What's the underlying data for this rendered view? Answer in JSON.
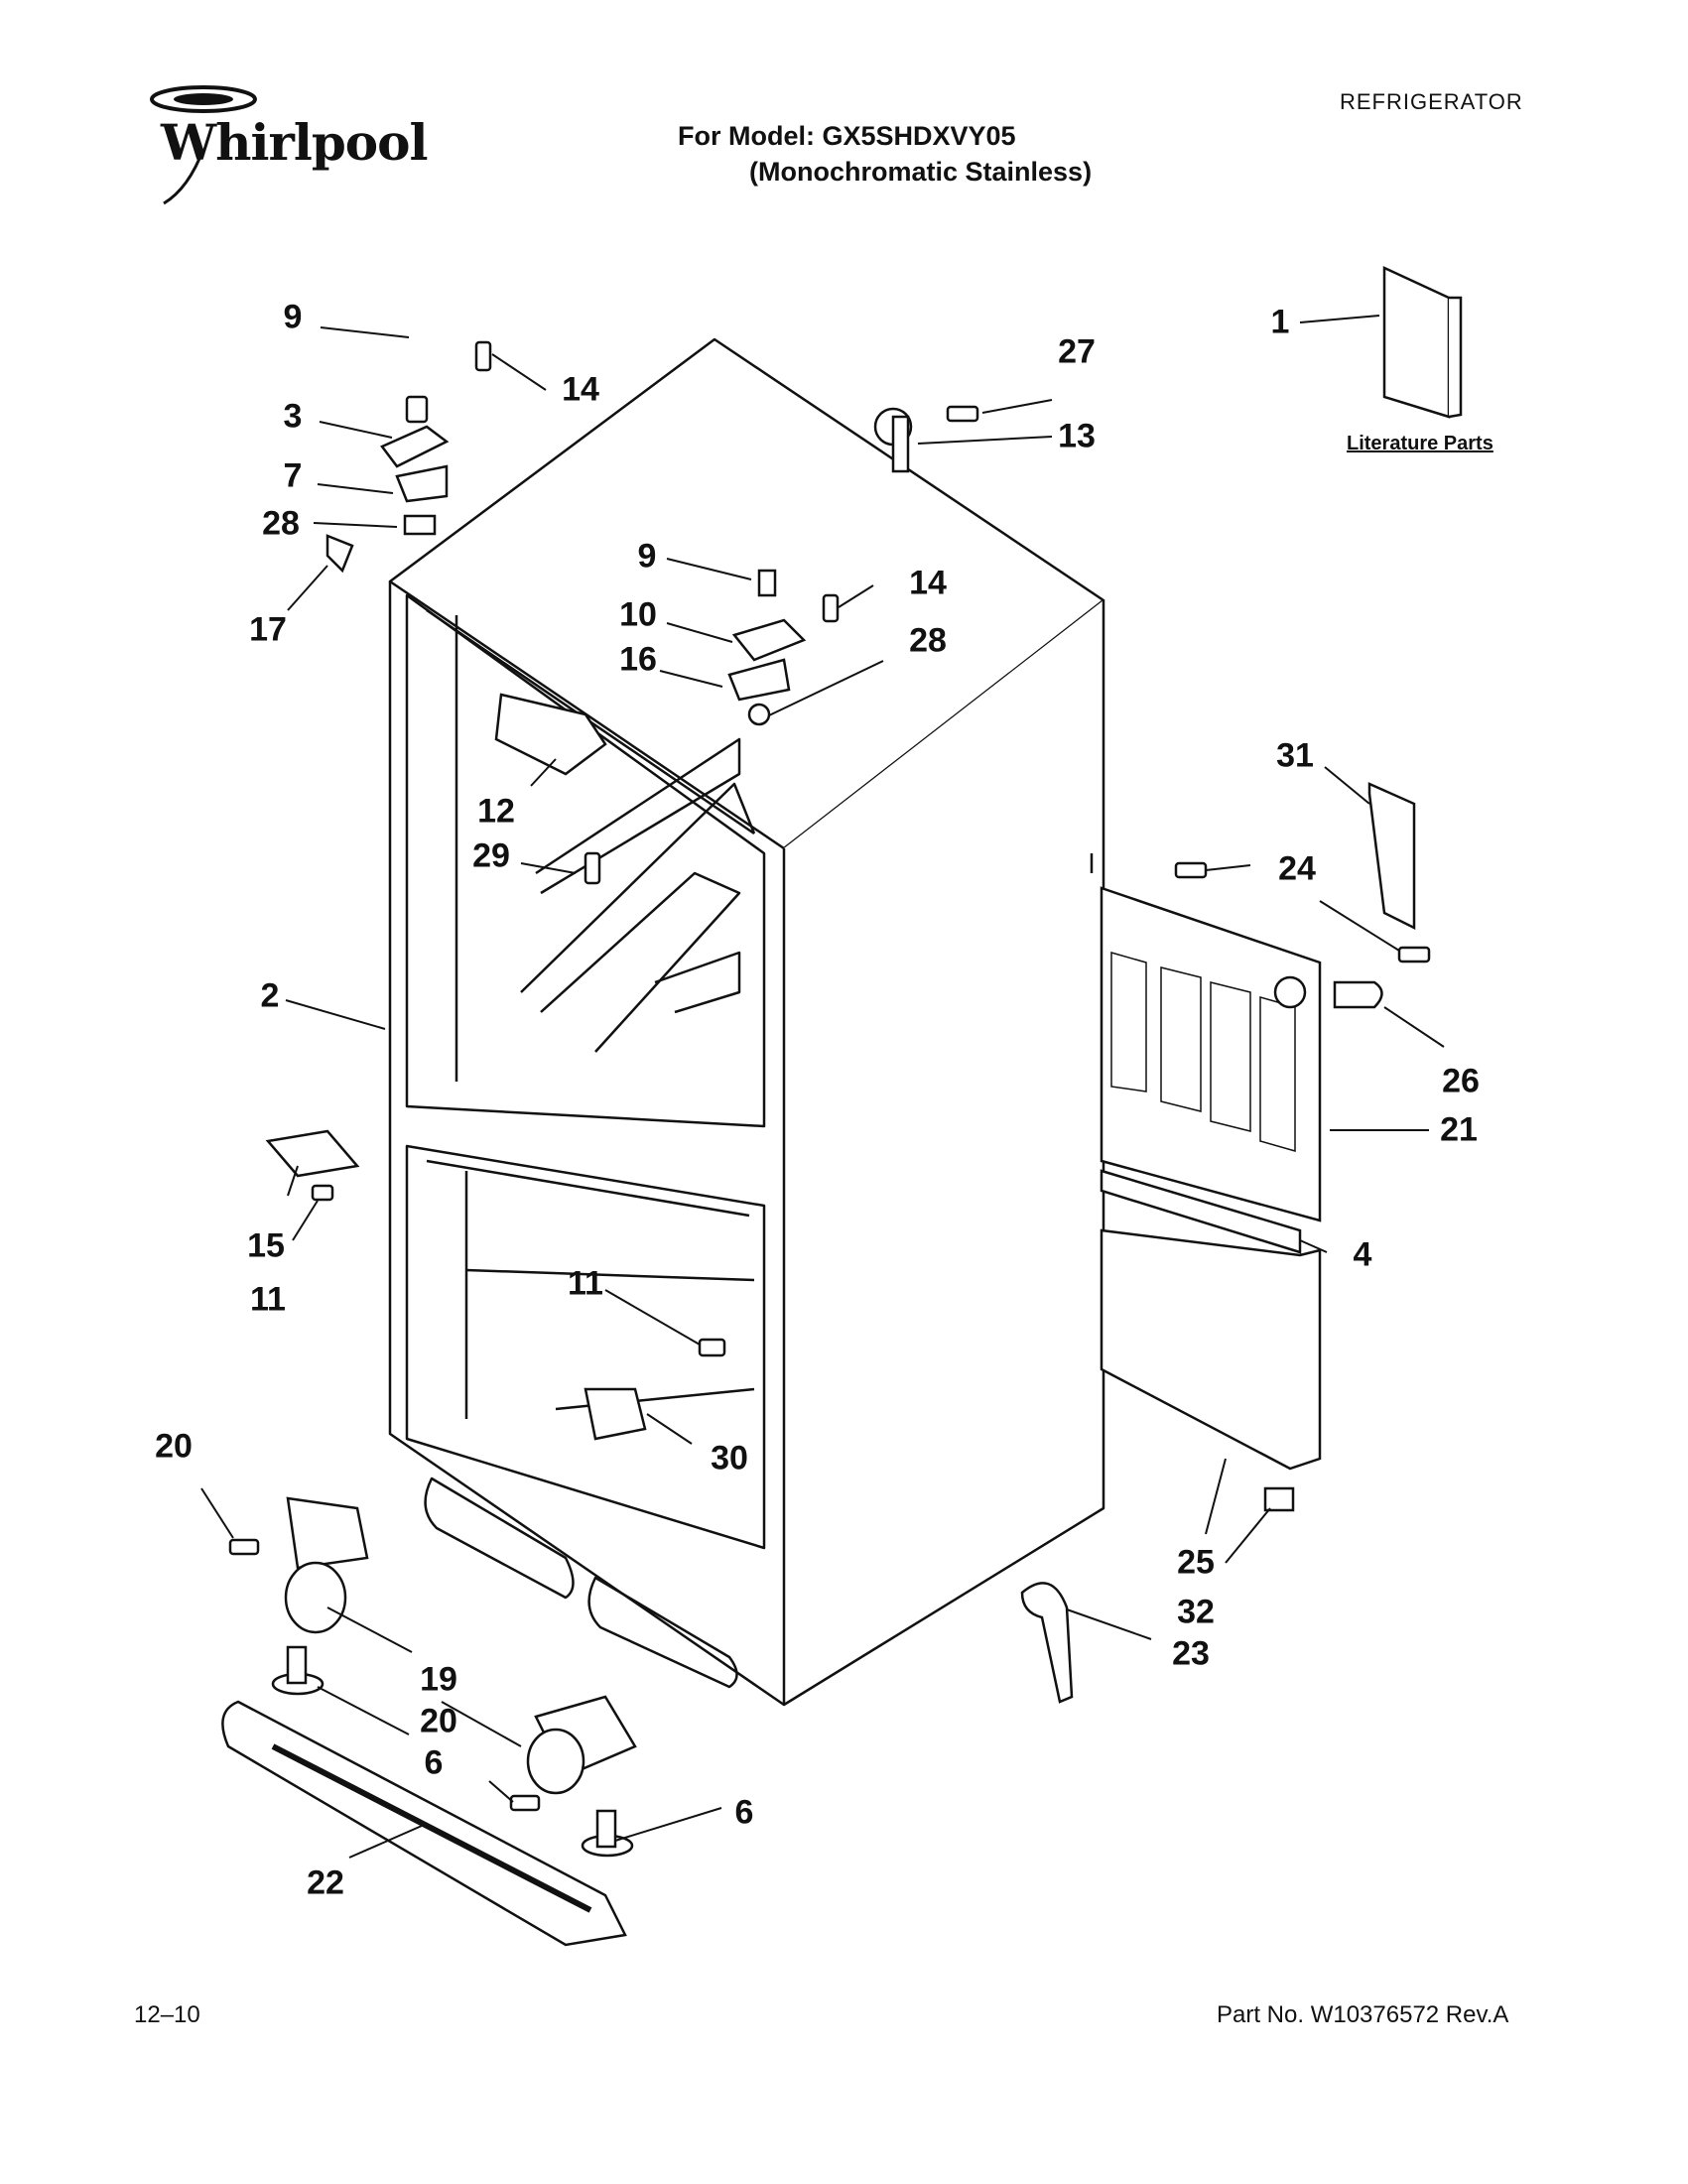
{
  "header": {
    "brand": "Whirlpool",
    "category": "REFRIGERATOR",
    "model_line": "For Model: GX5SHDXVY05",
    "model_finish": "(Monochromatic Stainless)"
  },
  "literature_label": "Literature Parts",
  "footer": {
    "date_code": "12–10",
    "part_number": "Part No. W10376572 Rev.A"
  },
  "callouts": [
    {
      "id": "c9a",
      "label": "9"
    },
    {
      "id": "c14a",
      "label": "14"
    },
    {
      "id": "c3",
      "label": "3"
    },
    {
      "id": "c7",
      "label": "7"
    },
    {
      "id": "c28a",
      "label": "28"
    },
    {
      "id": "c17",
      "label": "17"
    },
    {
      "id": "c27",
      "label": "27"
    },
    {
      "id": "c13",
      "label": "13"
    },
    {
      "id": "c1",
      "label": "1"
    },
    {
      "id": "c9b",
      "label": "9"
    },
    {
      "id": "c14b",
      "label": "14"
    },
    {
      "id": "c10",
      "label": "10"
    },
    {
      "id": "c16",
      "label": "16"
    },
    {
      "id": "c28b",
      "label": "28"
    },
    {
      "id": "c12",
      "label": "12"
    },
    {
      "id": "c29",
      "label": "29"
    },
    {
      "id": "c31",
      "label": "31"
    },
    {
      "id": "c24",
      "label": "24"
    },
    {
      "id": "c26",
      "label": "26"
    },
    {
      "id": "c21",
      "label": "21"
    },
    {
      "id": "c2",
      "label": "2"
    },
    {
      "id": "c15",
      "label": "15"
    },
    {
      "id": "c11a",
      "label": "11"
    },
    {
      "id": "c11b",
      "label": "11"
    },
    {
      "id": "c4",
      "label": "4"
    },
    {
      "id": "c30",
      "label": "30"
    },
    {
      "id": "c20a",
      "label": "20"
    },
    {
      "id": "c25",
      "label": "25"
    },
    {
      "id": "c32",
      "label": "32"
    },
    {
      "id": "c23",
      "label": "23"
    },
    {
      "id": "c19",
      "label": "19"
    },
    {
      "id": "c20b",
      "label": "20"
    },
    {
      "id": "c6a",
      "label": "6"
    },
    {
      "id": "c6b",
      "label": "6"
    },
    {
      "id": "c22",
      "label": "22"
    }
  ]
}
